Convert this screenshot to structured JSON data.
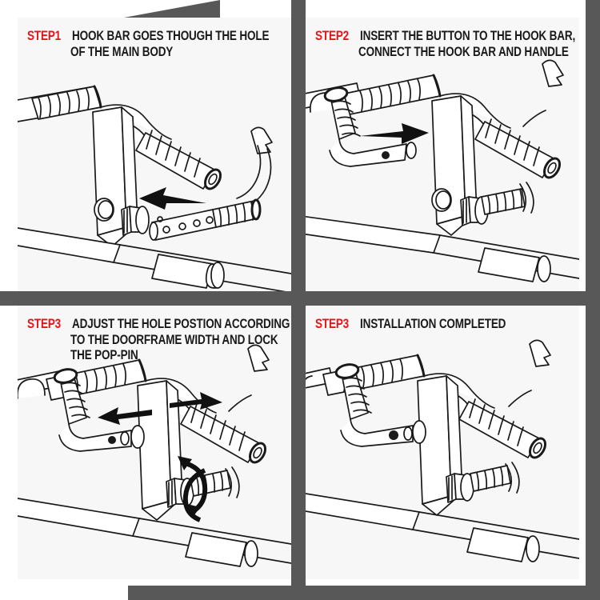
{
  "document": {
    "kind": "assembly-instruction-sheet",
    "product": "doorway pull-up bar",
    "layout": "2x2 panel grid"
  },
  "colors": {
    "step_label_red": "#e8131a",
    "caption_text": "#1a1a1a",
    "panel_background": "#f7f7f7",
    "frame_gray": "#585858",
    "line_art_stroke": "#1a1a1a",
    "page_background": "#ffffff"
  },
  "panels": [
    {
      "id": "panel-1",
      "step_label": "STEP1",
      "caption_lines": [
        "HOOK BAR GOES THOUGH THE HOLE",
        "OF THE MAIN BODY"
      ],
      "illustration": {
        "name": "hook-bar-into-main-body-hole",
        "arrows": [
          {
            "name": "insertion-arrow-left",
            "direction": "left"
          }
        ],
        "parts": [
          "foam-grip-handlebar-upper",
          "foam-grip-handlebar-angled",
          "bracket-plate-with-hole",
          "pop-pin-knob",
          "perforated-hook-bar",
          "main-body-tube",
          "end-cap-cylinder",
          "hook-tip"
        ]
      }
    },
    {
      "id": "panel-2",
      "step_label": "STEP2",
      "caption_lines": [
        "INSERT THE BUTTON TO THE HOOK BAR,",
        "CONNECT THE HOOK BAR AND HANDLE"
      ],
      "illustration": {
        "name": "insert-button-connect-hook-bar-and-handle",
        "arrows": [
          {
            "name": "insertion-arrow-right",
            "direction": "right"
          }
        ],
        "parts": [
          "foam-grip-handlebar-upper",
          "foam-grip-handlebar-angled",
          "bracket-plate-with-hole",
          "pop-pin-knob",
          "hook-bar-with-foam-grip",
          "main-body-tube",
          "end-cap-cylinder",
          "hook-tip"
        ]
      }
    },
    {
      "id": "panel-3",
      "step_label": "STEP3",
      "caption_lines": [
        "ADJUST THE HOLE POSTION ACCORDING",
        "TO THE DOORFRAME WIDTH AND LOCK",
        "THE POP-PIN"
      ],
      "illustration": {
        "name": "adjust-hole-position-and-lock-pop-pin",
        "arrows": [
          {
            "name": "adjust-arrow-left",
            "direction": "left"
          },
          {
            "name": "adjust-arrow-right",
            "direction": "right"
          },
          {
            "name": "rotate-arrow-circular",
            "direction": "rotate"
          }
        ],
        "parts": [
          "foam-grip-handlebar-upper",
          "foam-grip-handlebar-angled",
          "bracket-plate-with-hole",
          "pop-pin-knob",
          "hook-bar-with-foam-grip",
          "main-body-tube",
          "end-cap-cylinder",
          "hook-tip"
        ]
      }
    },
    {
      "id": "panel-4",
      "step_label": "STEP3",
      "caption_lines": [
        "INSTALLATION COMPLETED"
      ],
      "illustration": {
        "name": "installation-completed-assembly",
        "arrows": [],
        "parts": [
          "foam-grip-handlebar-upper",
          "foam-grip-handlebar-angled",
          "bracket-plate-with-hole",
          "pop-pin-knob",
          "hook-bar-with-foam-grip",
          "main-body-tube",
          "end-cap-cylinder",
          "hook-tip"
        ]
      }
    }
  ]
}
